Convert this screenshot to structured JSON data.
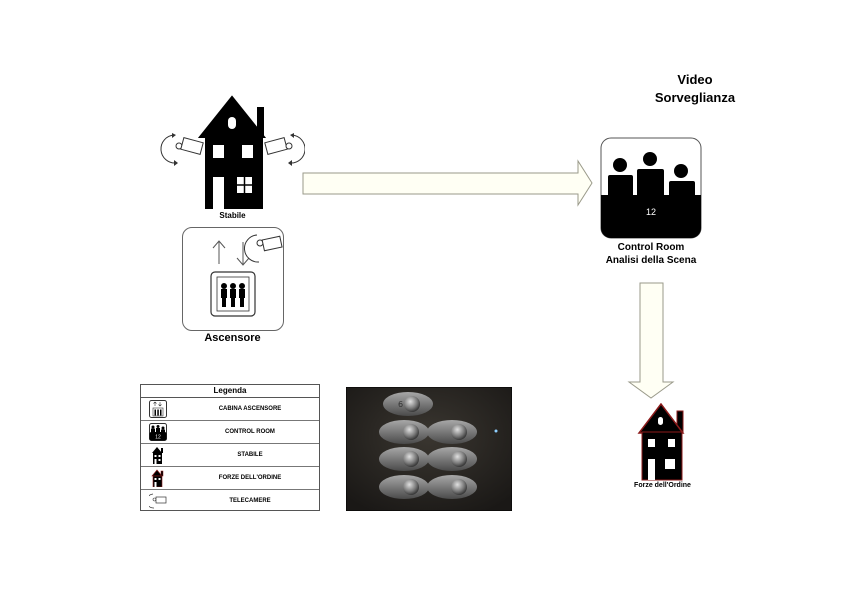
{
  "labels": {
    "stabile": "Stabile",
    "ascensore": "Ascensore",
    "video_line1": "Video",
    "video_line2": "Sorveglianza",
    "control_room_line1": "Control Room",
    "control_room_line2": "Analisi della Scena",
    "control_room_badge": "12",
    "forze": "Forze dell'Ordine"
  },
  "legend": {
    "title": "Legenda",
    "items": [
      {
        "icon": "elevator-cabin-icon",
        "label": "CABINA ASCENSORE"
      },
      {
        "icon": "control-room-icon",
        "label": "CONTROL ROOM",
        "badge": "12"
      },
      {
        "icon": "building-icon",
        "label": "STABILE"
      },
      {
        "icon": "police-building-icon",
        "label": "FORZE DELL'ORDINE"
      },
      {
        "icon": "camera-icon",
        "label": "TELECAMERE"
      }
    ]
  },
  "colors": {
    "building": "#000000",
    "police_building_outline": "#8b1a1a",
    "arrow_fill": "#fffff4",
    "arrow_stroke": "#9a9a8a",
    "keypad_bg": "#2b2824"
  }
}
